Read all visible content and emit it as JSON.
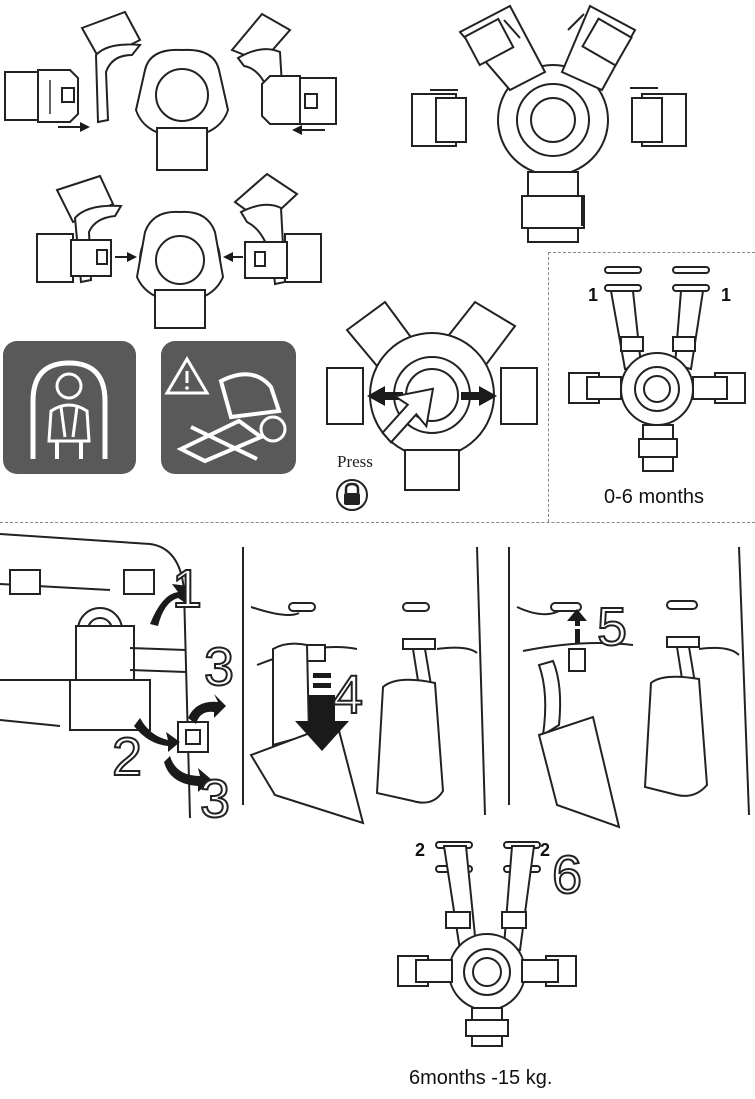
{
  "labels": {
    "press": "Press",
    "age_small": "0-6 months",
    "age_large": "6months -15 kg.",
    "slot_1": "1",
    "slot_2": "2",
    "step_1": "1",
    "step_2": "2",
    "step_3": "3",
    "step_4": "4",
    "step_5": "5",
    "step_6": "6"
  },
  "colors": {
    "line": "#222222",
    "icon_bg": "#595959"
  },
  "icons": [
    "warning-icon",
    "lock-icon",
    "child-seat-icon",
    "arrow-icon"
  ]
}
